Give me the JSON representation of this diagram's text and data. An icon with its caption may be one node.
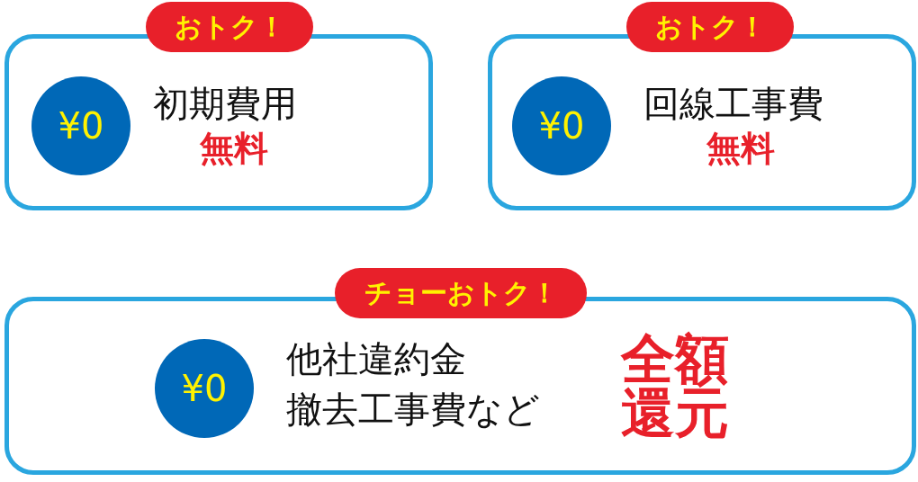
{
  "diagram": {
    "nodes": [
      {
        "text": [
          "初期費用",
          "無料"
        ]
      },
      {
        "text": [
          "おトク！"
        ]
      },
      {
        "text": [
          "¥0"
        ],
        "in": 0
      },
      {
        "text": [
          "回線工事費",
          "無料"
        ]
      },
      {
        "text": [
          "おトク！"
        ]
      },
      {
        "text": [
          "¥0"
        ],
        "in": 3
      },
      {
        "text": [
          "他社違約金",
          "撤去工事費など",
          "全額還元"
        ]
      },
      {
        "text": [
          "チョーおトク！"
        ]
      },
      {
        "text": [
          "¥0"
        ],
        "in": 6
      }
    ]
  }
}
